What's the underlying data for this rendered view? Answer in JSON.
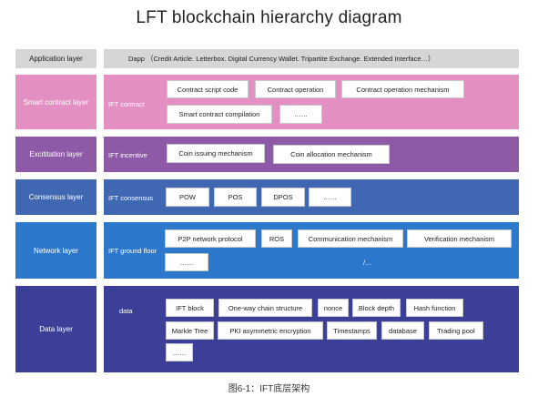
{
  "title": "LFT  blockchain hierarchy diagram",
  "caption": "图6-1：IFT底层架构",
  "layers": {
    "application": {
      "label": "Application layer",
      "content": "Dapp （Credit Article. Letterbox. Digital Currency Wallet. Tripartite Exchange. Extended Interface…）"
    },
    "smart_contract": {
      "label": "Smart contract layer",
      "panel_label": "IFT contract",
      "chips": [
        "Contract script code",
        "Contract operation",
        "Contract operation mechanism",
        "Smart contract compilation",
        "……"
      ]
    },
    "excitation": {
      "label": "Excititation layer",
      "panel_label": "IFT incentive",
      "chips": [
        "Coin issuing mechanism",
        "Coin allocation mechanism"
      ]
    },
    "consensus": {
      "label": "Consensus layer",
      "panel_label": "IFT consensus",
      "chips": [
        "POW",
        "POS",
        "DPOS",
        "……"
      ]
    },
    "network": {
      "label": "Network layer",
      "panel_label": "IFT ground floor",
      "chips": [
        "P2P network protocol",
        "ROS",
        "Communication mechanism",
        "Verification mechanism",
        "……"
      ],
      "extra_text": "/…"
    },
    "data": {
      "label": "Data layer",
      "panel_label": "data",
      "chips": [
        "IFT block",
        "One-way chain structure",
        "nonce",
        "Block depth",
        "Hash function",
        "Markle Tree",
        "PKI asymmetric encryption",
        "Timestamps",
        "database",
        "Trading pool",
        "……"
      ]
    }
  },
  "colors": {
    "application": "#d6d6d6",
    "smart_contract": "#e38fc1",
    "excitation": "#8e59a6",
    "consensus": "#3f67b2",
    "network": "#2b78cd",
    "data": "#3c3f97"
  }
}
